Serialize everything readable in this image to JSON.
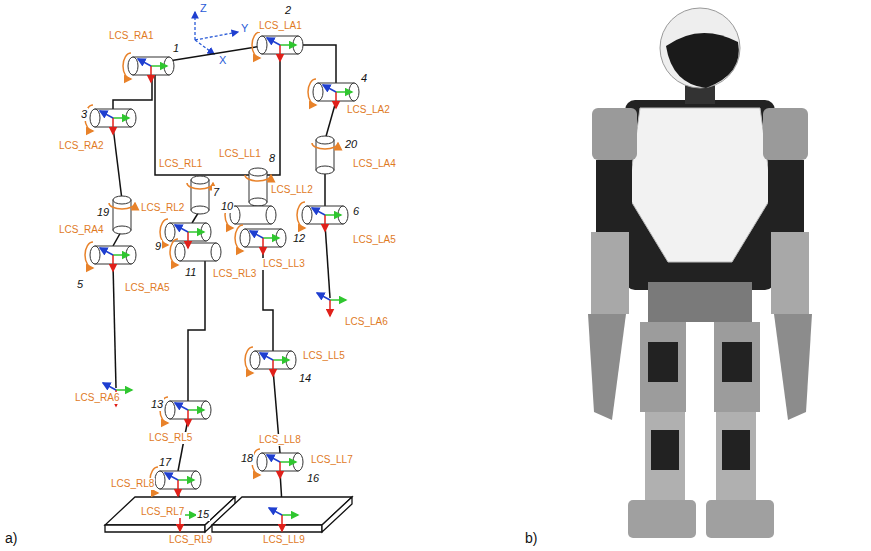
{
  "diagram": {
    "labels": [
      "Z",
      "Y",
      "X",
      "1",
      "LCS_RA1",
      "2",
      "LCS_LA1",
      "4",
      "LCS_LA2",
      "3",
      "LCS_RA2",
      "LCS_RL1",
      "7",
      "LCS_LL1",
      "8",
      "20",
      "LCS_LA4",
      "LCS_RL2",
      "10",
      "LCS_LL2",
      "6",
      "19",
      "LCS_RA4",
      "9",
      "12",
      "LCS_LA5",
      "5",
      "11",
      "LCS_RL3",
      "LCS_LL3",
      "LCS_RA5",
      "LCS_LA6",
      "LCS_RA6",
      "LCS_LL5",
      "14",
      "13",
      "LCS_RL5",
      "18",
      "LCS_LL8",
      "17",
      "16",
      "LCS_LL7",
      "LCS_RL8",
      "LCS_RL7",
      "15",
      "LCS_RL9",
      "LCS_LL9",
      "a)",
      "b)"
    ]
  }
}
